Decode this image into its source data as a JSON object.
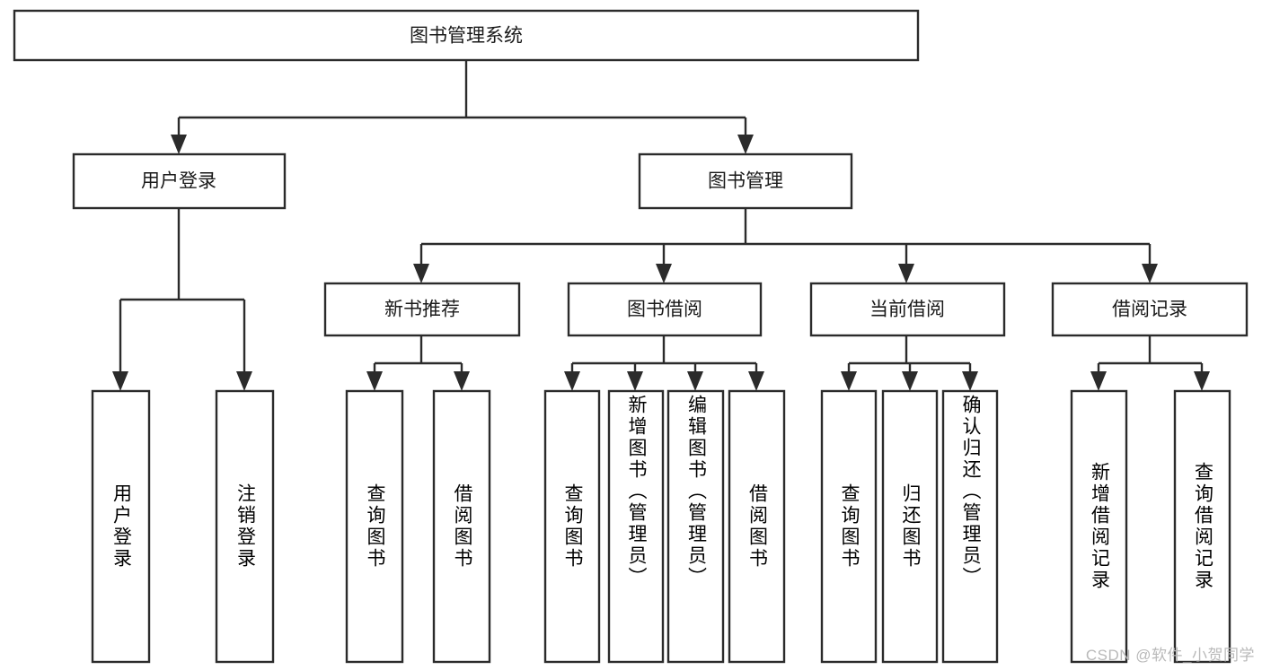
{
  "diagram": {
    "type": "tree-hierarchy",
    "orientation": "top-down",
    "title": "图书管理系统",
    "colors": {
      "background": "#ffffff",
      "node_fill": "#ffffff",
      "node_stroke": "#2b2b2b",
      "text": "#1a1a1a",
      "watermark": "#b9b9b9"
    },
    "root": {
      "label": "图书管理系统"
    },
    "level2": [
      {
        "label": "用户登录"
      },
      {
        "label": "图书管理"
      }
    ],
    "level3": [
      {
        "label": "新书推荐"
      },
      {
        "label": "图书借阅"
      },
      {
        "label": "当前借阅"
      },
      {
        "label": "借阅记录"
      }
    ],
    "leaves": {
      "user_login": [
        {
          "label": "用户登录"
        },
        {
          "label": "注销登录"
        }
      ],
      "new_book_recommend": [
        {
          "label": "查询图书"
        },
        {
          "label": "借阅图书"
        }
      ],
      "book_borrow": [
        {
          "label": "查询图书"
        },
        {
          "label": "新增图书（管理员）"
        },
        {
          "label": "编辑图书（管理员）"
        },
        {
          "label": "借阅图书"
        }
      ],
      "current_borrow": [
        {
          "label": "查询图书"
        },
        {
          "label": "归还图书"
        },
        {
          "label": "确认归还（管理员）"
        }
      ],
      "borrow_record": [
        {
          "label": "新增借阅记录"
        },
        {
          "label": "查询借阅记录"
        }
      ]
    }
  },
  "watermark": {
    "text": "CSDN @软件_小贺同学"
  }
}
